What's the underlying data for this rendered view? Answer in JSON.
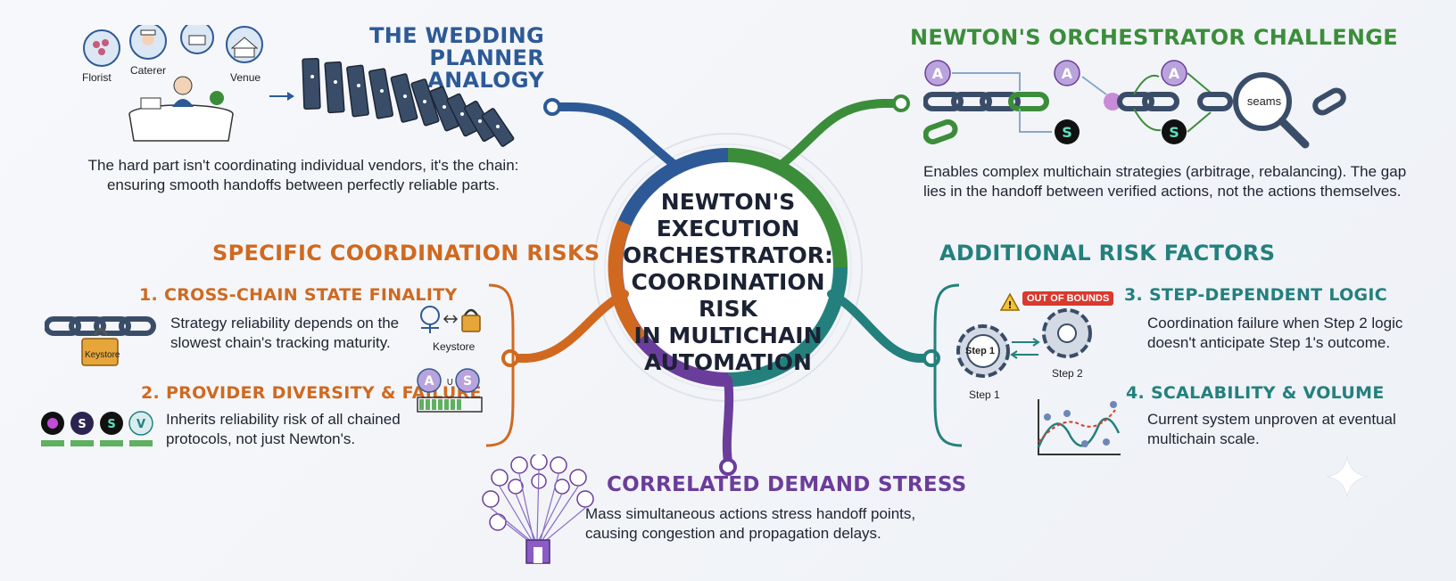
{
  "center": {
    "line1": "NEWTON'S",
    "line2": "EXECUTION",
    "line3": "ORCHESTRATOR:",
    "line4": "COORDINATION RISK",
    "line5": "IN MULTICHAIN",
    "line6": "AUTOMATION"
  },
  "wedding": {
    "title_line1": "THE WEDDING PLANNER",
    "title_line2": "ANALOGY",
    "labels": {
      "florist": "Florist",
      "caterer": "Caterer",
      "venue": "Venue"
    },
    "body_line1": "The hard part isn't coordinating individual vendors, it's the chain:",
    "body_line2": "ensuring smooth handoffs between perfectly reliable parts."
  },
  "challenge": {
    "title": "NEWTON'S ORCHESTRATOR CHALLENGE",
    "magnifier_label": "seams",
    "body_line1": "Enables complex multichain strategies (arbitrage, rebalancing). The gap",
    "body_line2": "lies in the handoff between verified actions, not the actions themselves."
  },
  "coordination": {
    "title": "SPECIFIC COORDINATION RISKS",
    "item1_title": "1. CROSS-CHAIN STATE FINALITY",
    "item1_line1": "Strategy reliability depends on the",
    "item1_line2": "slowest chain's tracking maturity.",
    "lock_label": "Keystore",
    "padlock_label": "Keystore",
    "item2_title": "2. PROVIDER DIVERSITY & FAILURE",
    "item2_line1": "Inherits reliability risk of all chained",
    "item2_line2": "protocols, not just Newton's."
  },
  "additional": {
    "title": "ADDITIONAL RISK FACTORS",
    "badge": "OUT OF BOUNDS",
    "step1": "Step 1",
    "step1_below": "Step 1",
    "step2": "Step 2",
    "item3_title": "3. STEP-DEPENDENT LOGIC",
    "item3_line1": "Coordination failure when Step 2 logic",
    "item3_line2": "doesn't anticipate Step 1's outcome.",
    "item4_title": "4. SCALABILITY & VOLUME",
    "item4_line1": "Current system unproven at eventual",
    "item4_line2": "multichain scale."
  },
  "demand": {
    "title": "CORRELATED DEMAND STRESS",
    "line1": "Mass simultaneous actions stress handoff points,",
    "line2": "causing congestion and propagation delays."
  },
  "colors": {
    "blue": "#2d5a96",
    "green": "#3b8d3a",
    "orange": "#d0691f",
    "teal": "#23807d",
    "purple": "#6b3d9b"
  }
}
